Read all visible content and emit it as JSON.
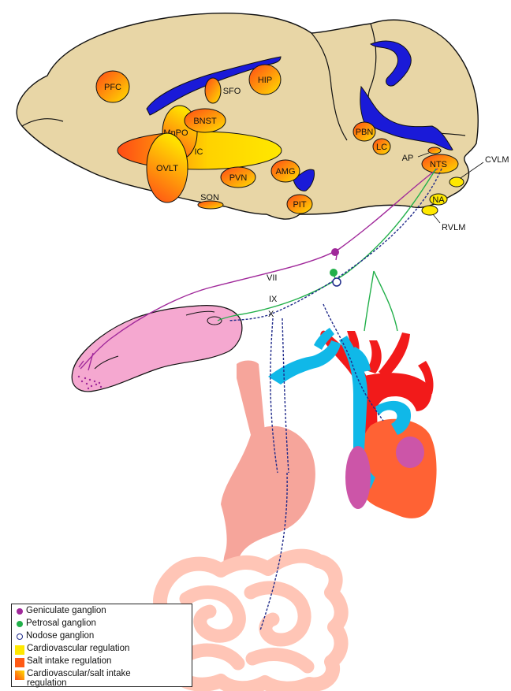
{
  "colors": {
    "brain_fill": "#e8d6a6",
    "ventricle": "#1a1ad8",
    "tongue": "#f5a8d0",
    "stomach": "#f6a59b",
    "heart_red": "#f21a1a",
    "heart_blue": "#10b8e8",
    "heart_orange": "#ff6234",
    "heart_purple": "#cc55a8",
    "nerve_vii": "#a0289a",
    "nerve_ix": "#22b04a",
    "nerve_x": "#1f2a8a",
    "yellow": "#ffe800",
    "orange_red": "#ff5a16"
  },
  "regions": {
    "pfc": "PFC",
    "hip": "HIP",
    "sfo": "SFO",
    "bnst": "BNST",
    "mnpo": "MnPO",
    "ic": "IC",
    "ovlt": "OVLT",
    "pvn": "PVN",
    "amg": "AMG",
    "son": "SON",
    "pit": "PIT",
    "pbn": "PBN",
    "lc": "LC",
    "ap": "AP",
    "nts": "NTS",
    "cvlm": "CVLM",
    "na": "NA",
    "rvlm": "RVLM"
  },
  "nerves": {
    "vii": "VII",
    "ix": "IX",
    "x": "X"
  },
  "legend": {
    "geniculate": "Geniculate ganglion",
    "petrosal": "Petrosal ganglion",
    "nodose": "Nodose ganglion",
    "cardiovascular": "Cardiovascular regulation",
    "salt": "Salt intake regulation",
    "both": "Cardiovascular/salt intake\nregulation"
  }
}
